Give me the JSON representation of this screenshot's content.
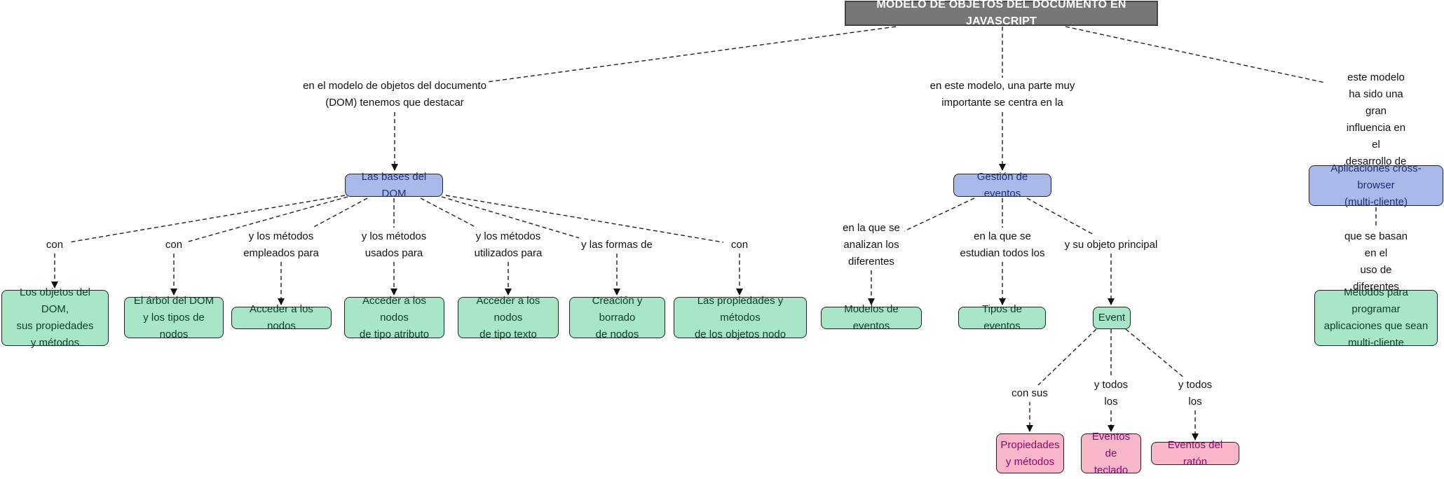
{
  "colors": {
    "root": "#777777",
    "concept": "#a9b9e9",
    "leaf": "#a8e6c8",
    "event_leaf": "#f8b7c9"
  },
  "nodes": {
    "root": "MODELO DE OBJETOS DEL DOCUMENTO EN JAVASCRIPT",
    "bases_dom": "Las bases del DOM",
    "gestion_eventos": "Gestión de eventos",
    "cross_browser": "Aplicaciones cross-browser\n(multi-cliente)",
    "objetos_dom": "Los objetos del DOM,\nsus propiedades\ny métodos",
    "arbol_dom": "El árbol del DOM\ny los tipos de nodos",
    "acceder_nodos": "Acceder a los nodos",
    "nodos_atributo": "Acceder a los nodos\nde tipo atributo",
    "nodos_texto": "Acceder a los nodos\nde tipo texto",
    "creacion_borrado": "Creación y borrado\nde nodos",
    "propiedades_nodo": "Las propiedades y métodos\nde los objetos nodo",
    "modelos_eventos": "Modelos de eventos",
    "tipos_eventos": "Tipos de eventos",
    "event": "Event",
    "metodos_programar": "Métodos para programar\naplicaciones que sean\nmulti-cliente",
    "propiedades_metodos": "Propiedades\ny métodos",
    "eventos_teclado": "Eventos de\nteclado",
    "eventos_raton": "Eventos del ratón"
  },
  "links": {
    "root_dom": "en el modelo de objetos del documento\n(DOM) tenemos que destacar",
    "root_eventos": "en este modelo, una parte muy\nimportante se centra en la",
    "root_cross": "este modelo ha sido una\ngran influencia en el\ndesarrollo de",
    "con_1": "con",
    "con_2": "con",
    "metodos_empleados": "y los métodos\nempleados para",
    "metodos_usados": "y los métodos\nusados para",
    "metodos_utilizados": "y los métodos\nutilizados para",
    "formas_de": "y las formas de",
    "con_3": "con",
    "analizan": "en la que se\nanalizan los\ndiferentes",
    "estudian": "en la que se\nestudian todos los",
    "objeto_principal": "y su objeto principal",
    "se_basan": "que se basan en el\nuso de diferentes",
    "con_sus": "con sus",
    "todos_1": "y todos\nlos",
    "todos_2": "y todos\nlos"
  }
}
